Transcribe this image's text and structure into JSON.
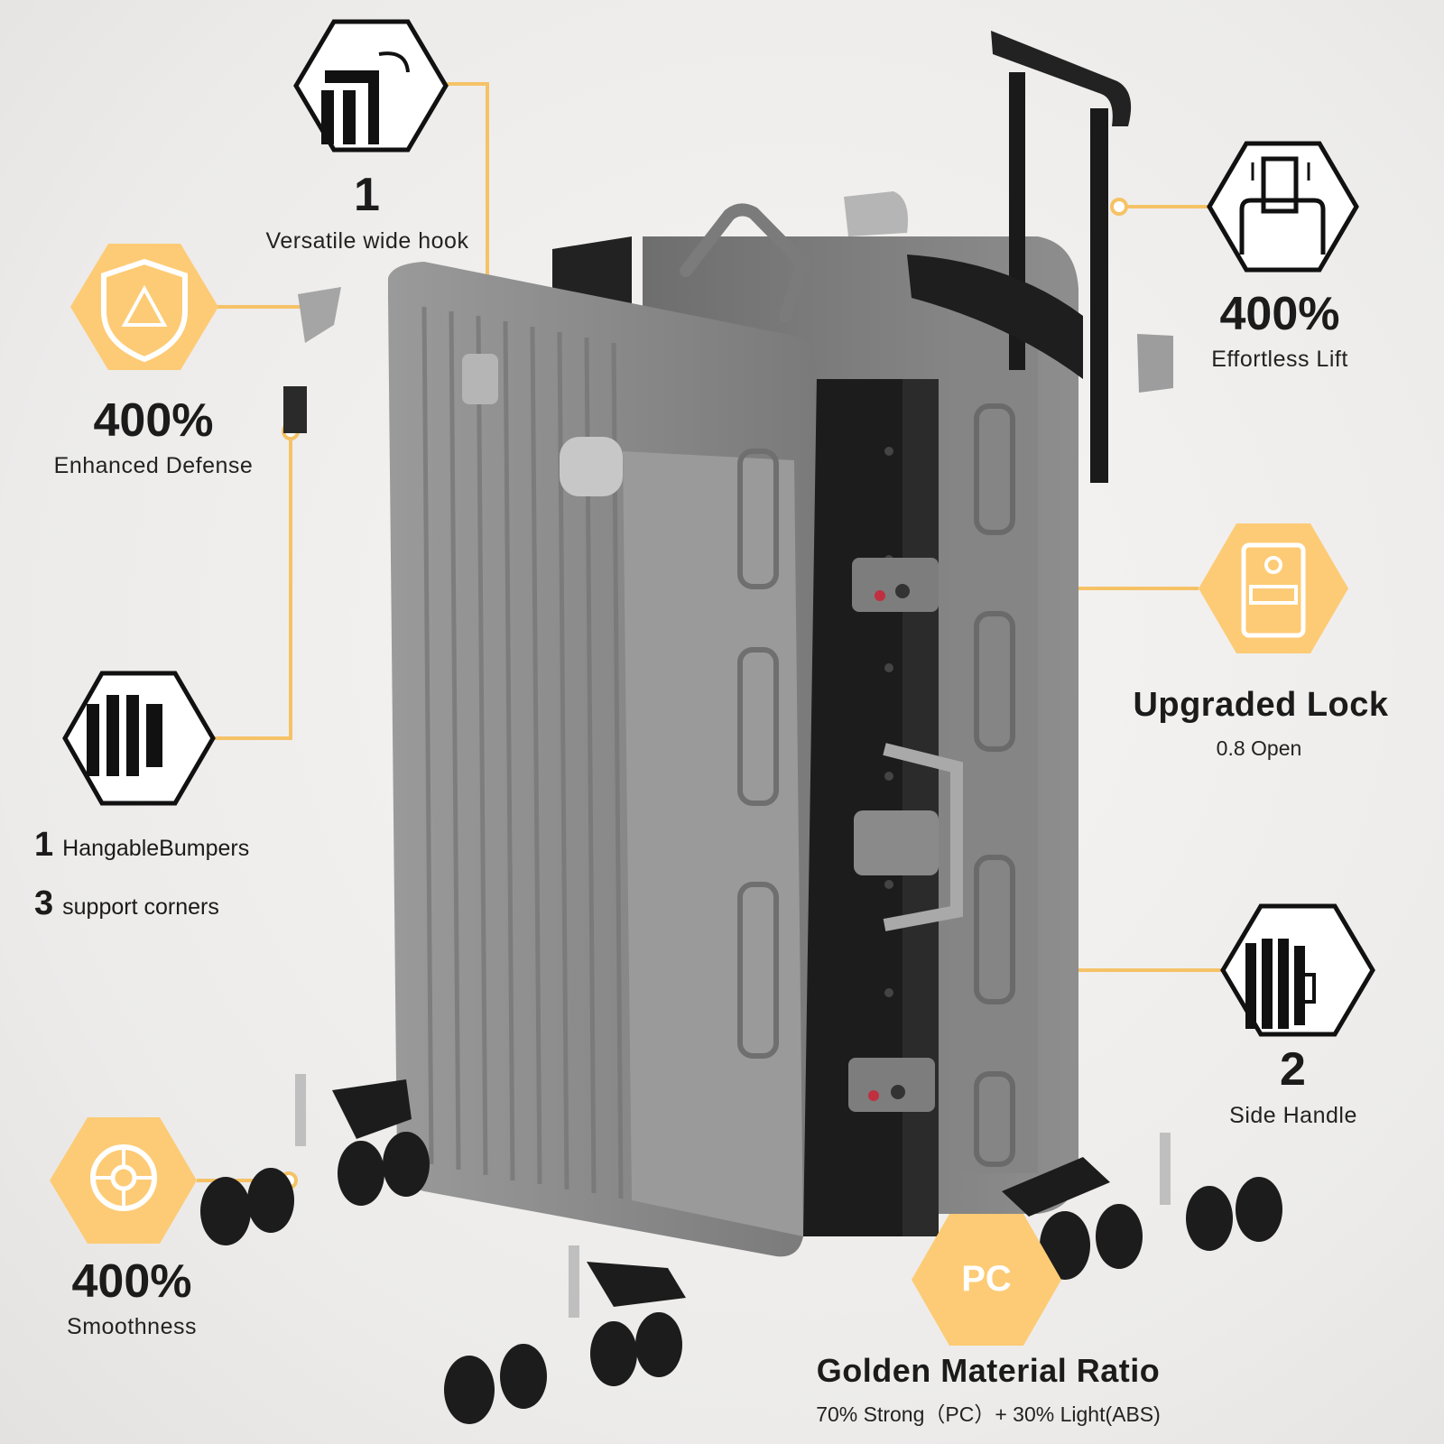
{
  "colors": {
    "accent": "#fdcb75",
    "accent_dark": "#f2b44c",
    "line": "#f5c266",
    "shell": "#8b8b8b",
    "frame": "#262626",
    "ink": "#111111"
  },
  "icons": [
    "hook-hexagon-icon",
    "shield-triangle-icon",
    "bumper-hexagon-icon",
    "wheel-hexagon-icon",
    "lift-hexagon-icon",
    "lock-hexagon-icon",
    "side-handle-hexagon-icon",
    "pc-shield-icon"
  ],
  "features": {
    "hook": {
      "number": "1",
      "label": "Versatile wide hook"
    },
    "defense": {
      "number": "400%",
      "label": "Enhanced Defense"
    },
    "bumpers": {
      "n1": "1",
      "label1": "HangableBumpers",
      "n2": "3",
      "label2": "support corners"
    },
    "smooth": {
      "number": "400%",
      "label": "Smoothness"
    },
    "lift": {
      "number": "400%",
      "label": "Effortless Lift"
    },
    "lock": {
      "title": "Upgraded Lock",
      "label": "0.8 Open"
    },
    "side": {
      "number": "2",
      "label": "Side Handle"
    },
    "material": {
      "title": "Golden Material Ratio",
      "label": "70% Strong（PC）+ 30% Light(ABS)",
      "badge": "PC"
    }
  }
}
